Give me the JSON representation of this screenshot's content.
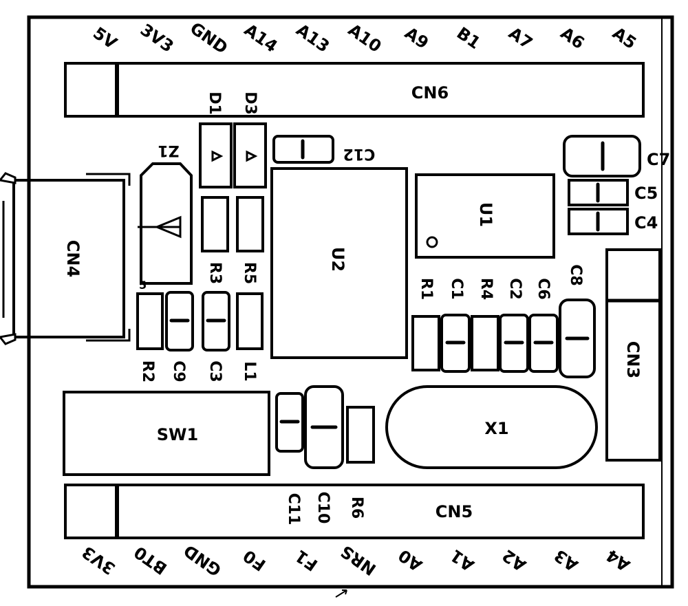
{
  "top_pins": [
    "5V",
    "3V3",
    "GND",
    "A14",
    "A13",
    "A10",
    "A9",
    "B1",
    "A7",
    "A6",
    "A5"
  ],
  "bottom_pins": [
    "3V3",
    "BT0",
    "GND",
    "F0",
    "F1",
    "NRS",
    "A0",
    "A1",
    "A2",
    "A3",
    "A4"
  ],
  "connectors": {
    "cn6": "CN6",
    "cn5": "CN5",
    "cn4": "CN4",
    "cn3": "CN3"
  },
  "chips": {
    "u1": "U1",
    "u2": "U2",
    "x1": "X1",
    "sw1": "SW1",
    "z1": "Z1",
    "z1_pin": "5"
  },
  "refdes": {
    "d1": "D1",
    "d3": "D3",
    "r3": "R3",
    "r5": "R5",
    "c12": "C12",
    "c7": "C7",
    "c5": "C5",
    "c4": "C4",
    "r1": "R1",
    "c1": "C1",
    "r4": "R4",
    "c2": "C2",
    "c6": "C6",
    "c8": "C8",
    "r2": "R2",
    "c9": "C9",
    "c3": "C3",
    "l1": "L1",
    "c11": "C11",
    "c10": "C10",
    "r6": "R6"
  }
}
